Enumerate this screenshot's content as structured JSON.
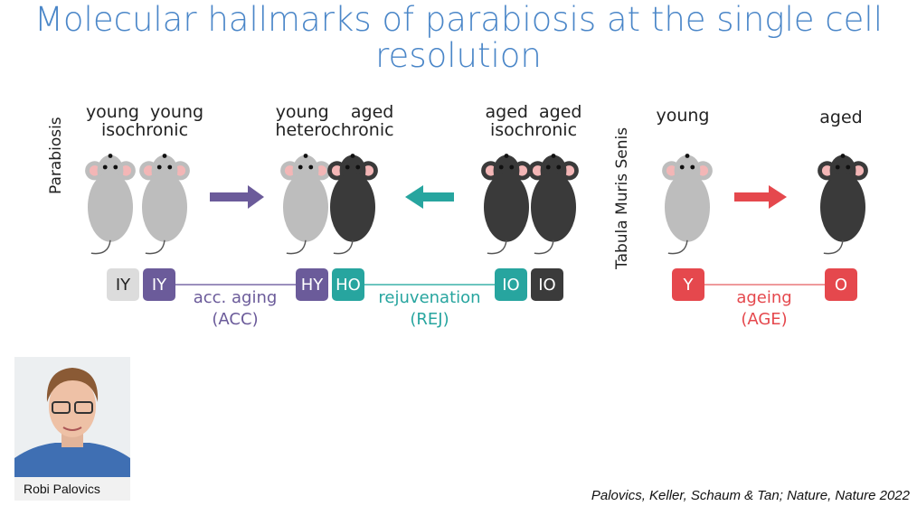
{
  "slide": {
    "title_line1": "Molecular hallmarks of parabiosis at the single cell",
    "title_line2": "resolution",
    "parabiosis_label": "Parabiosis",
    "tms_label": "Tabula Muris Senis",
    "groups": [
      {
        "line1": "young  young",
        "line2": "isochronic"
      },
      {
        "line1": "young    aged",
        "line2": "heterochronic"
      },
      {
        "line1": "aged  aged",
        "line2": "isochronic"
      },
      {
        "line1": "young"
      },
      {
        "line1": "aged"
      }
    ],
    "badges": [
      "IY",
      "IY",
      "HY",
      "HO",
      "IO",
      "IO",
      "Y",
      "O"
    ],
    "comparisons": [
      {
        "line1": "acc. aging",
        "line2": "(ACC)"
      },
      {
        "line1": "rejuvenation",
        "line2": "(REJ)"
      },
      {
        "line1": "ageing",
        "line2": "(AGE)"
      }
    ],
    "citation": "Palovics, Keller, Schaum & Tan; Nature, Nature 2022"
  },
  "presenter": {
    "name": "Robi Palovics"
  },
  "colors": {
    "title": "#4a86c8",
    "purple": "#6b5b9a",
    "teal": "#27a59f",
    "red": "#e5484d",
    "young_mouse": "#bdbdbd",
    "aged_mouse": "#3a3a3a"
  }
}
